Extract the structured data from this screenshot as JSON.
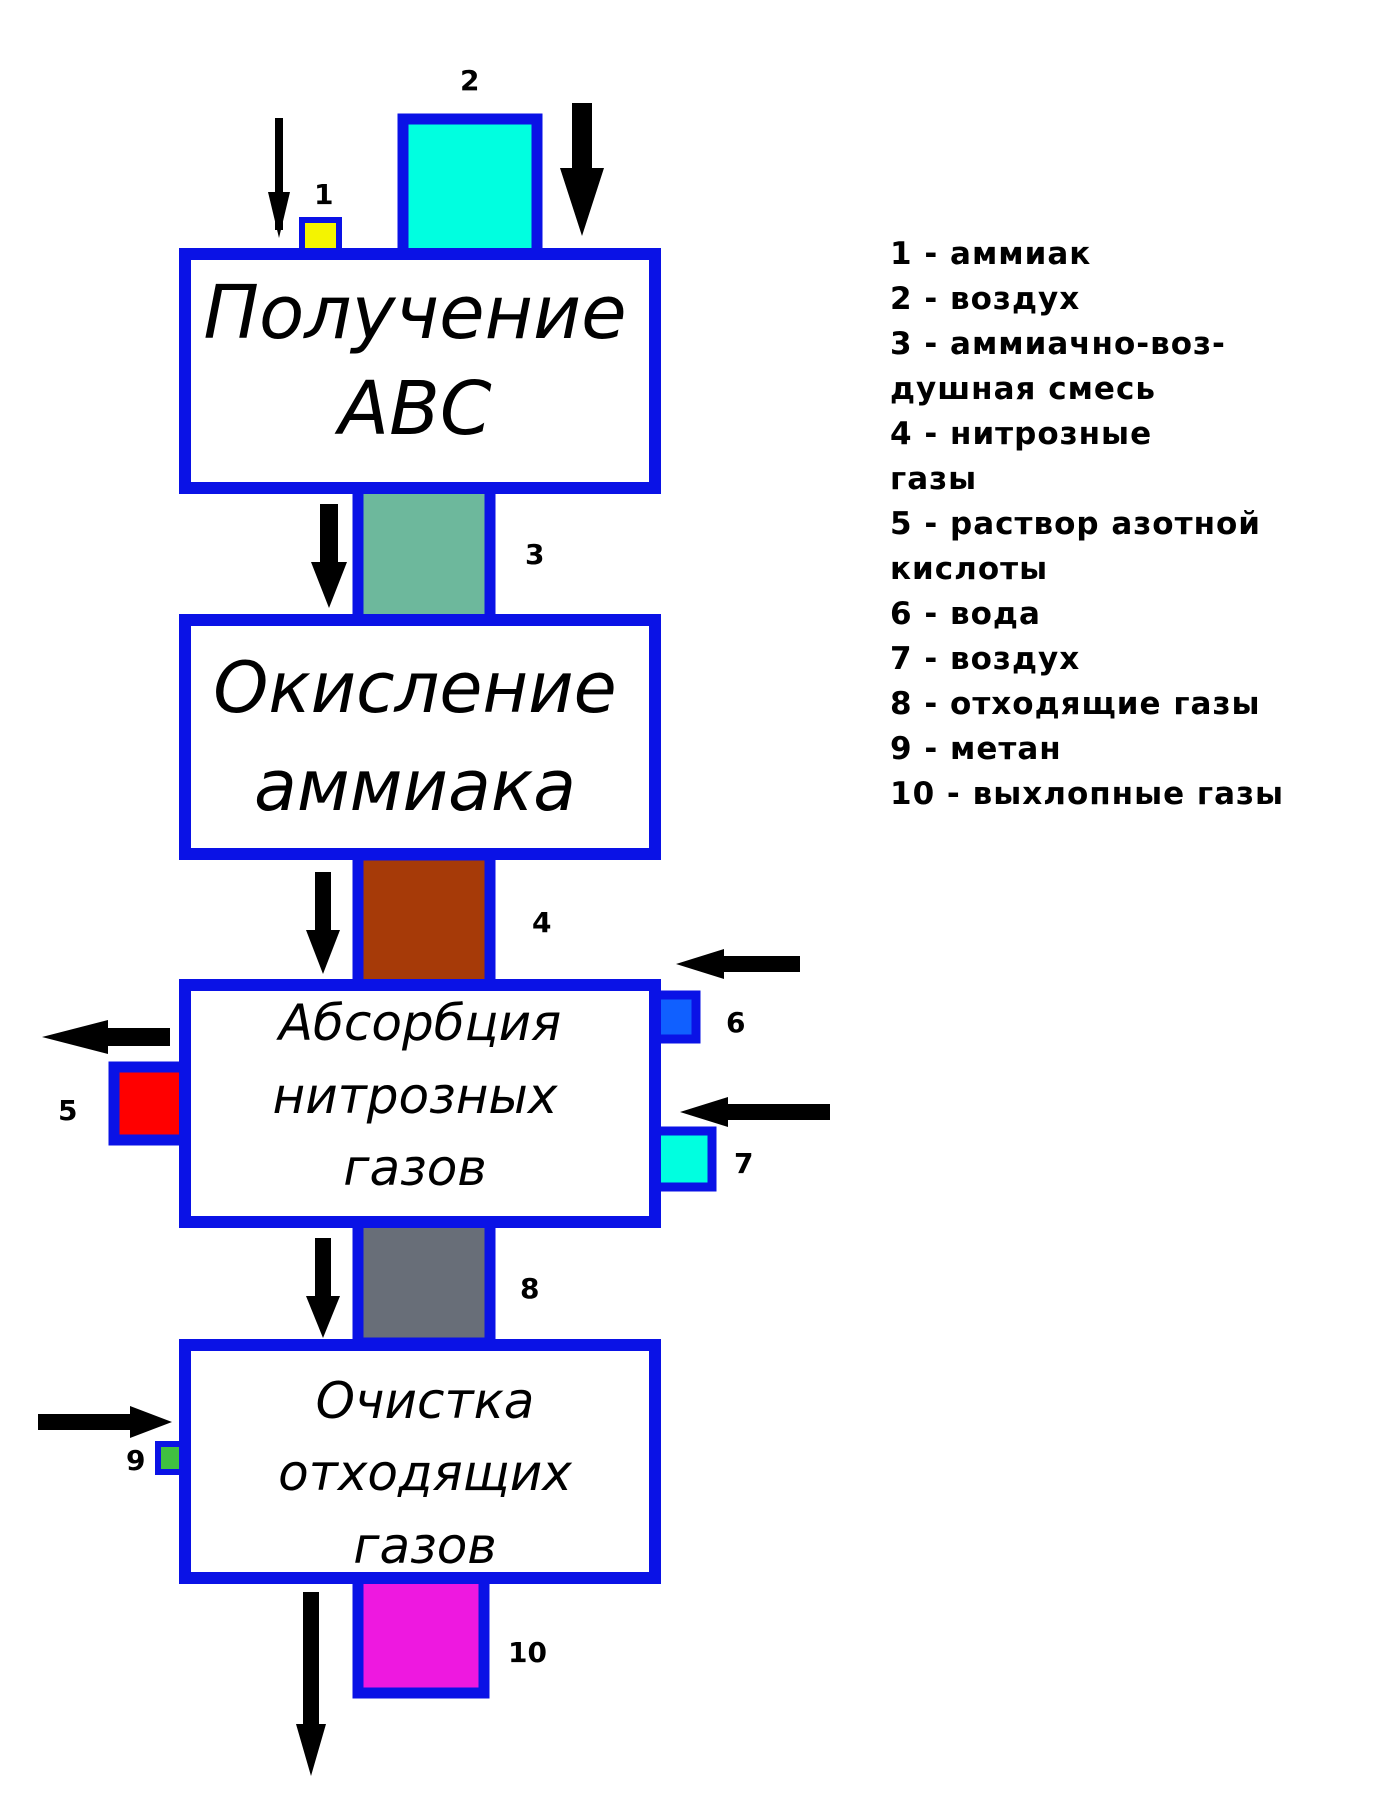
{
  "colors": {
    "frame": "#0a12e6",
    "stream1": "#f4f400",
    "stream2": "#00ffe0",
    "stream3": "#6db89c",
    "stream4": "#a63a08",
    "stream5": "#ff0000",
    "stream6": "#1060ff",
    "stream7": "#00ffe0",
    "stream8": "#686e78",
    "stream9": "#40c040",
    "stream10": "#ee18e0",
    "arrow": "#000000"
  },
  "stages": [
    {
      "line1": "Получение",
      "line2": "АВС",
      "line3": ""
    },
    {
      "line1": "Окисление",
      "line2": "аммиака",
      "line3": ""
    },
    {
      "line1": "Абсорбция",
      "line2": "нитрозных",
      "line3": "газов"
    },
    {
      "line1": "Очистка",
      "line2": "отходящих",
      "line3": "газов"
    }
  ],
  "stream_numbers": [
    "1",
    "2",
    "3",
    "4",
    "5",
    "6",
    "7",
    "8",
    "9",
    "10"
  ],
  "legend": [
    "1 - аммиак",
    "2 - воздух",
    "3 - аммиачно-воз-\nдушная смесь",
    "4 - нитрозные\nгазы",
    "5 - раствор азотной\nкислоты",
    "6 - вода",
    "7 - воздух",
    "8 - отходящие газы",
    "9 - метан",
    "10 - выхлопные газы"
  ]
}
